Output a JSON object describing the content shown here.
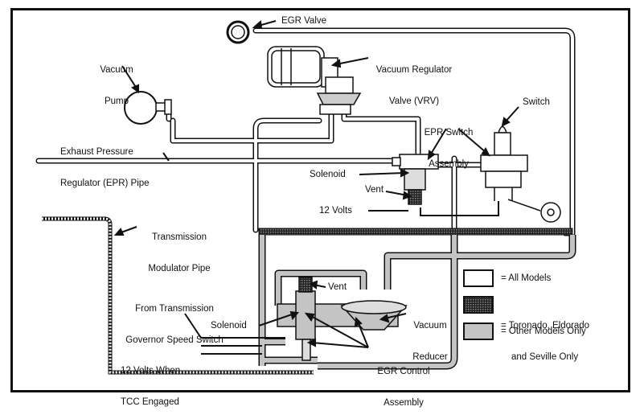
{
  "labels": {
    "egr_valve": "EGR Valve",
    "vacuum_pump_1": "Vacuum",
    "vacuum_pump_2": "Pump",
    "vrv_1": "Vacuum Regulator",
    "vrv_2": "Valve (VRV)",
    "switch": "Switch",
    "epr_switch_1": "EPR Switch",
    "epr_switch_2": "Assembly",
    "exhaust_1": "Exhaust Pressure",
    "exhaust_2": "Regulator (EPR) Pipe",
    "solenoid_top": "Solenoid",
    "vent_top": "Vent",
    "twelve_volts": "12 Volts",
    "trans_mod_1": "Transmission",
    "trans_mod_2": "Modulator Pipe",
    "from_trans_1": "From Transmission",
    "from_trans_2": "Governor Speed Switch",
    "vent_bottom": "Vent",
    "solenoid_bottom": "Solenoid",
    "vacuum_reducer_1": "Vacuum",
    "vacuum_reducer_2": "Reducer",
    "twelve_volts_tcc_1": "12 Volts When",
    "twelve_volts_tcc_2": "TCC Engaged",
    "egr_control_1": "EGR Control",
    "egr_control_2": "Assembly"
  },
  "legend": [
    {
      "label": "= All Models",
      "fill": "#ffffff"
    },
    {
      "label": "= Toronado, Eldorado",
      "label2": "and Seville Only",
      "fill": "#222222"
    },
    {
      "label": "= Other Models Only",
      "fill": "#c4c4c4"
    }
  ],
  "colors": {
    "line": "#111111",
    "all_models": "#ffffff",
    "toronado": "#222222",
    "other_models": "#c4c4c4"
  }
}
